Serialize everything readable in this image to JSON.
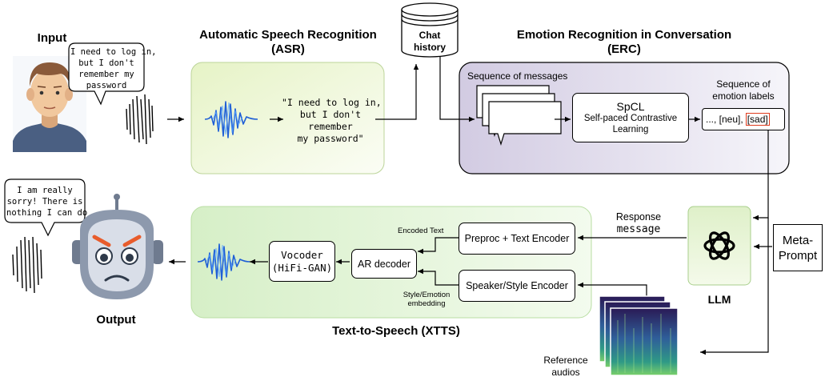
{
  "input": {
    "title": "Input",
    "speech": [
      "I need to log in,",
      "but I don't",
      "remember my",
      "password"
    ]
  },
  "asr": {
    "title": "Automatic Speech Recognition",
    "abbr": "(ASR)",
    "transcript": [
      "\"I need to log in,",
      "but I don't",
      "remember",
      "my password\""
    ]
  },
  "chat_history": {
    "label": [
      "Chat",
      "history"
    ]
  },
  "erc": {
    "title": "Emotion Recognition in Conversation",
    "abbr": "(ERC)",
    "sequence_label": "Sequence of messages",
    "spcl_title": "SpCL",
    "spcl_sub": [
      "Self-paced Contrastive",
      "Learning"
    ],
    "emotion_header": [
      "Sequence of",
      "emotion labels"
    ],
    "emotion_prefix": "..., [neu],",
    "emotion_current": "[sad]"
  },
  "llm": {
    "label": "LLM",
    "response_label": "Response",
    "response_mono": "message"
  },
  "meta_prompt": {
    "label": [
      "Meta-",
      "Prompt"
    ]
  },
  "tts": {
    "title": "Text-to-Speech (XTTS)",
    "preproc": "Preproc + Text Encoder",
    "speaker": "Speaker/Style Encoder",
    "ar_decoder": "AR decoder",
    "vocoder": [
      "Vocoder",
      "(HiFi-GAN)"
    ],
    "encoded_text": "Encoded Text",
    "style_embedding": [
      "Style/Emotion",
      "embedding"
    ],
    "reference": [
      "Reference",
      "audios"
    ]
  },
  "output": {
    "title": "Output",
    "speech": [
      "I am really",
      "sorry! There is",
      "nothing I can do"
    ]
  },
  "colors": {
    "asr_fill": "#e9f5cf",
    "erc_fill": "#d8d2e6",
    "tts_fill": "#daf1cc",
    "llm_fill": "#e4f3cf",
    "wave_blue": "#1f5fd6",
    "highlight_red": "#e03c1f",
    "robot_grey": "#8d99ad",
    "robot_face": "#d9dee8"
  }
}
